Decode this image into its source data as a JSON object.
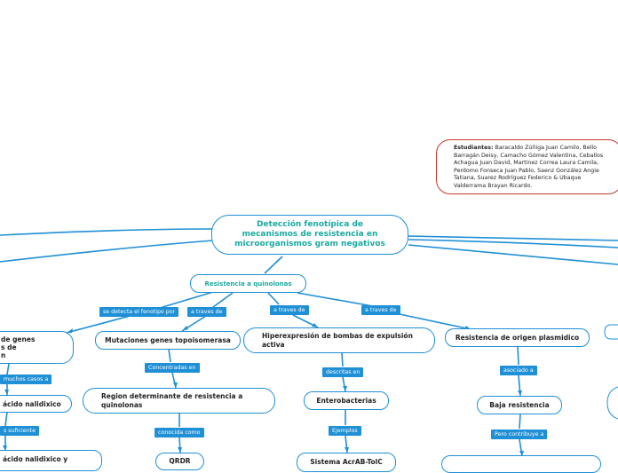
{
  "title": "Detección fenotípica de mecanismos de resistencia en microorganismos gram negativos",
  "students": {
    "label": "Estudiantes:",
    "names": "Baracaldo Zúñiga Juan Camilo, Bello Barragán Deisy, Camacho Gómez Valentina, Ceballos Achagua Juan David, Martinez Correa Laura Camila, Perdomo Fonseca Juan Pablo, Saenz González Angie Tatiana, Suarez Rodríguez Federico & Ubaque Valderrama Brayan Ricardo."
  },
  "branch": "Resistencia a quinolonas",
  "links": {
    "l1": "se detecta el fenotipo por",
    "l2": "a traves de",
    "l3": "a traves de",
    "l4": "a traves de",
    "concentradas": "Concentradas en",
    "conocida": "conocida como",
    "descritas": "descritas en",
    "ejemplos": "Ejemplos",
    "asociado": "asociado a",
    "pero": "Pero contribuye a",
    "muchos": "muchos casos a",
    "suficiente": "s suficiente"
  },
  "nodes": {
    "genes": "de genes\ns de\nn",
    "acido": "ácido nalidixico",
    "acido2": "ácido nalidixico y",
    "mutaciones": "Mutaciones genes topoisomerasa",
    "region": "Region determinante de resistencia a quinolonas",
    "qrdr": "QRDR",
    "hiper": "Hiperexpresión de bombas de expulsión activa",
    "entero": "Enterobacterias",
    "sistema": "Sistema AcrAB-TolC",
    "plasmidico": "Resistencia de origen plasmidico",
    "baja": "Baja resistencia"
  },
  "colors": {
    "line": "#1f8fd6",
    "accent": "#1aa9a0",
    "student_border": "#c0392b"
  }
}
